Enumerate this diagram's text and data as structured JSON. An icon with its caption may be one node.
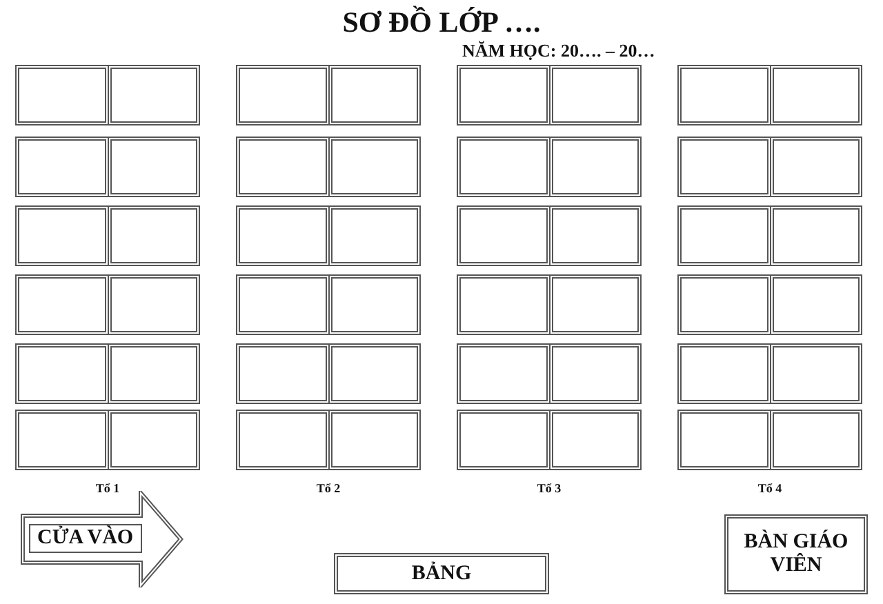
{
  "diagram": {
    "title": "SƠ ĐỒ LỚP ….",
    "nodes": [
      {
        "text": [],
        "shape": "box"
      },
      {
        "text": [],
        "shape": "box"
      },
      {
        "text": [],
        "shape": "box"
      },
      {
        "text": [],
        "shape": "box"
      },
      {
        "text": [],
        "shape": "box"
      },
      {
        "text": [],
        "shape": "box"
      },
      {
        "text": [],
        "shape": "box"
      },
      {
        "text": [],
        "shape": "box"
      },
      {
        "text": [],
        "shape": "box"
      },
      {
        "text": [],
        "shape": "box"
      },
      {
        "text": [],
        "shape": "box"
      },
      {
        "text": [],
        "shape": "box"
      },
      {
        "text": [],
        "shape": "box"
      },
      {
        "text": [],
        "shape": "box"
      },
      {
        "text": [],
        "shape": "box"
      },
      {
        "text": [],
        "shape": "box"
      },
      {
        "text": [],
        "shape": "box"
      },
      {
        "text": [],
        "shape": "box"
      },
      {
        "text": [],
        "shape": "box"
      },
      {
        "text": [],
        "shape": "box"
      },
      {
        "text": [],
        "shape": "box"
      },
      {
        "text": [],
        "shape": "box"
      },
      {
        "text": [],
        "shape": "box"
      },
      {
        "text": [],
        "shape": "box"
      },
      {
        "text": [],
        "shape": "box"
      },
      {
        "text": [],
        "shape": "box"
      },
      {
        "text": [],
        "shape": "box"
      },
      {
        "text": [],
        "shape": "box"
      },
      {
        "text": [],
        "shape": "box"
      },
      {
        "text": [],
        "shape": "box"
      },
      {
        "text": [],
        "shape": "box"
      },
      {
        "text": [],
        "shape": "box"
      },
      {
        "text": [],
        "shape": "box"
      },
      {
        "text": [],
        "shape": "box"
      },
      {
        "text": [],
        "shape": "box"
      },
      {
        "text": [],
        "shape": "box"
      },
      {
        "text": [],
        "shape": "box"
      },
      {
        "text": [],
        "shape": "box"
      },
      {
        "text": [],
        "shape": "box"
      },
      {
        "text": [],
        "shape": "box"
      },
      {
        "text": [],
        "shape": "box"
      },
      {
        "text": [],
        "shape": "box"
      },
      {
        "text": [],
        "shape": "box"
      },
      {
        "text": [],
        "shape": "box"
      },
      {
        "text": [],
        "shape": "box"
      },
      {
        "text": [],
        "shape": "box"
      },
      {
        "text": [],
        "shape": "box"
      },
      {
        "text": [],
        "shape": "box"
      },
      {
        "text": [
          "CỬA VÀO"
        ]
      },
      {
        "text": [
          "BẢNG"
        ]
      },
      {
        "text": [
          "BÀN GIÁO VIÊN"
        ]
      }
    ],
    "edges": [],
    "labels": [
      "NĂM HỌC: 20…. – 20…",
      "Tổ 1",
      "Tổ 2",
      "Tổ 3",
      "Tổ 4"
    ]
  }
}
